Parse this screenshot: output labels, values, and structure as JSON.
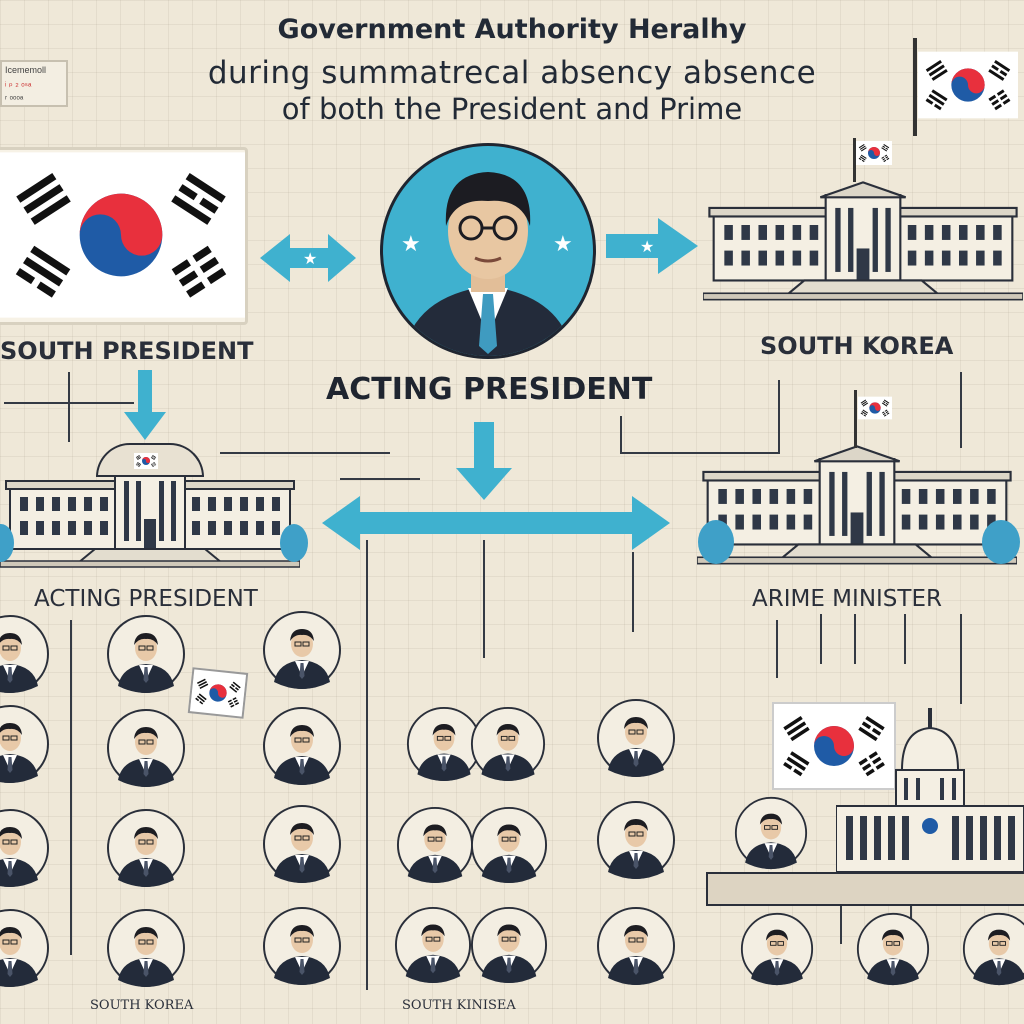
{
  "title": {
    "line1": "Government Authority Heralhy",
    "line2": "during   summatrecal absency absence",
    "line3": "of both the President and Prime"
  },
  "top_left_note": {
    "line1": "Icememoll",
    "line2": "ᵢ  ₚ ₂ ₒₛₐ",
    "line3": "ᵣ ₒₒₒₐ"
  },
  "labels": {
    "south_president": "SOUTH PRESIDENT",
    "south_korea": "SOUTH KOREA",
    "acting_president_center": "ACTING PRESIDENT",
    "acting_president_left": "ACTING PRESIDENT",
    "prime_minister": "ARIME MINISTER",
    "footer_left": "SOUTH KOREA",
    "footer_center": "SOUTH KINISEA"
  },
  "colors": {
    "accent_teal": "#3fb1cf",
    "flag_red": "#e8303d",
    "flag_blue": "#1f5ba6",
    "suit": "#232b3a",
    "background": "#efe8d8"
  },
  "icons": [
    "south-korea-flag-icon",
    "government-building-icon",
    "official-portrait-icon",
    "arrow-icon",
    "star-icon"
  ]
}
